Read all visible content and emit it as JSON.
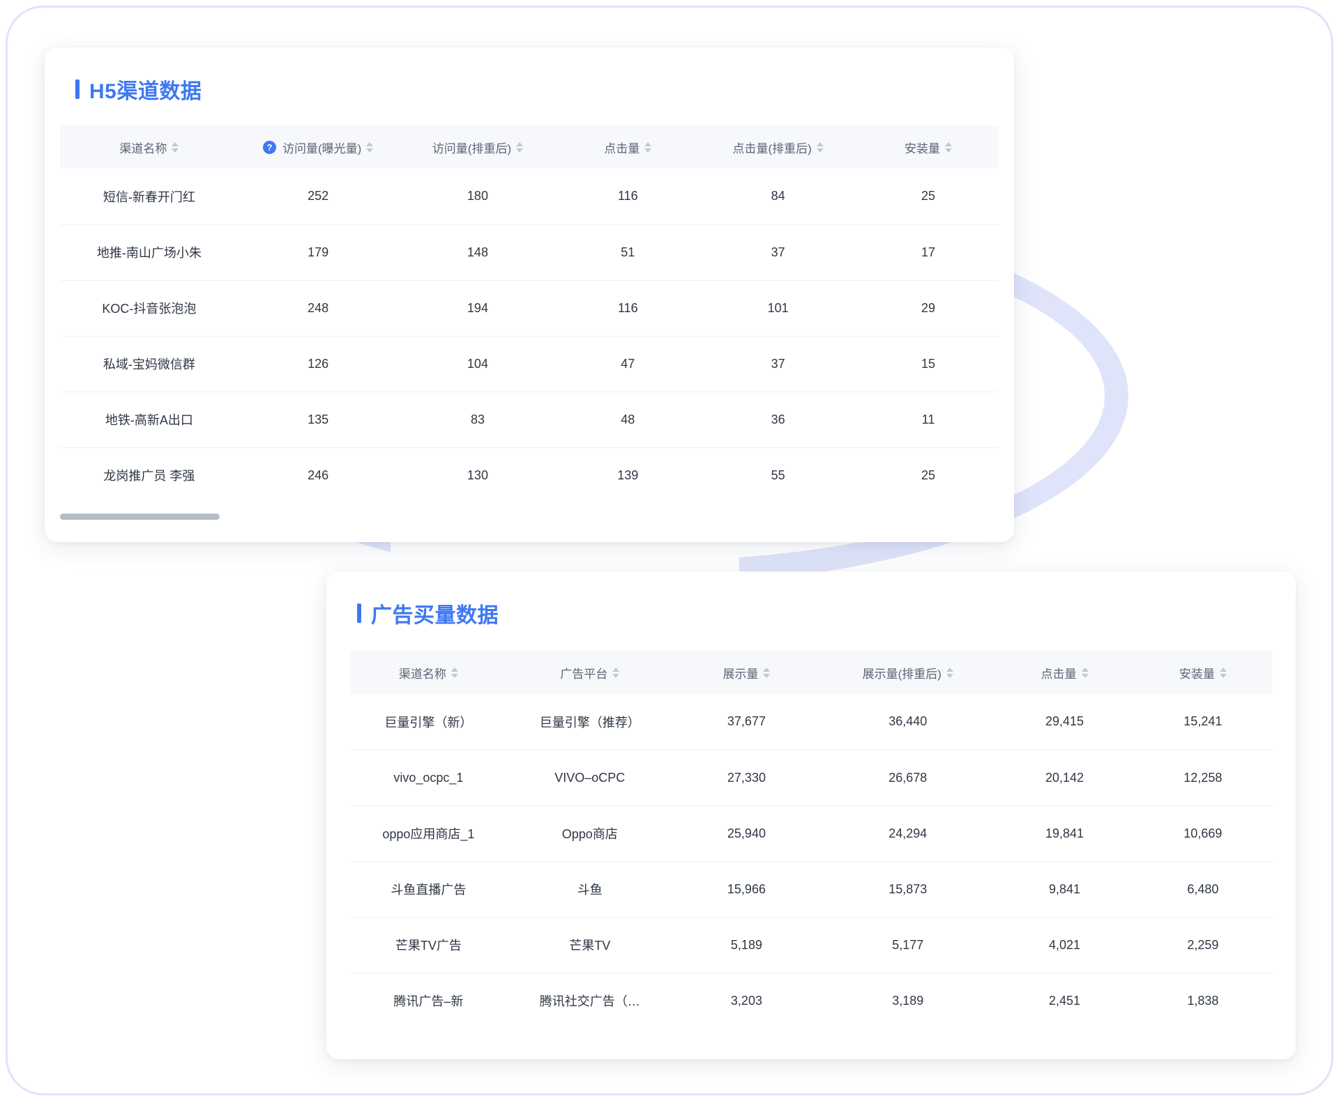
{
  "h5_card": {
    "title": "H5渠道数据",
    "columns": [
      {
        "label": "渠道名称",
        "has_help": false,
        "sortable": true
      },
      {
        "label": "访问量(曝光量)",
        "has_help": true,
        "sortable": true
      },
      {
        "label": "访问量(排重后)",
        "has_help": false,
        "sortable": true
      },
      {
        "label": "点击量",
        "has_help": false,
        "sortable": true
      },
      {
        "label": "点击量(排重后)",
        "has_help": false,
        "sortable": true
      },
      {
        "label": "安装量",
        "has_help": false,
        "sortable": true
      }
    ],
    "rows": [
      {
        "channel": "短信-新春开门红",
        "visits": "252",
        "visits_dedup": "180",
        "clicks": "116",
        "clicks_dedup": "84",
        "installs": "25"
      },
      {
        "channel": "地推-南山广场小朱",
        "visits": "179",
        "visits_dedup": "148",
        "clicks": "51",
        "clicks_dedup": "37",
        "installs": "17"
      },
      {
        "channel": "KOC-抖音张泡泡",
        "visits": "248",
        "visits_dedup": "194",
        "clicks": "116",
        "clicks_dedup": "101",
        "installs": "29"
      },
      {
        "channel": "私域-宝妈微信群",
        "visits": "126",
        "visits_dedup": "104",
        "clicks": "47",
        "clicks_dedup": "37",
        "installs": "15"
      },
      {
        "channel": "地铁-高新A出口",
        "visits": "135",
        "visits_dedup": "83",
        "clicks": "48",
        "clicks_dedup": "36",
        "installs": "11"
      },
      {
        "channel": "龙岗推广员 李强",
        "visits": "246",
        "visits_dedup": "130",
        "clicks": "139",
        "clicks_dedup": "55",
        "installs": "25"
      }
    ],
    "help_icon": "?",
    "scrollbar": {
      "name": "horizontal-scrollbar"
    }
  },
  "ads_card": {
    "title": "广告买量数据",
    "columns": [
      {
        "label": "渠道名称",
        "sortable": true
      },
      {
        "label": "广告平台",
        "sortable": true
      },
      {
        "label": "展示量",
        "sortable": true
      },
      {
        "label": "展示量(排重后)",
        "sortable": true
      },
      {
        "label": "点击量",
        "sortable": true
      },
      {
        "label": "安装量",
        "sortable": true
      }
    ],
    "rows": [
      {
        "channel": "巨量引擎（新）",
        "platform": "巨量引擎（推荐）",
        "impressions": "37,677",
        "impressions_dedup": "36,440",
        "clicks": "29,415",
        "installs": "15,241"
      },
      {
        "channel": "vivo_ocpc_1",
        "platform": "VIVO–oCPC",
        "impressions": "27,330",
        "impressions_dedup": "26,678",
        "clicks": "20,142",
        "installs": "12,258"
      },
      {
        "channel": "oppo应用商店_1",
        "platform": "Oppo商店",
        "impressions": "25,940",
        "impressions_dedup": "24,294",
        "clicks": "19,841",
        "installs": "10,669"
      },
      {
        "channel": "斗鱼直播广告",
        "platform": "斗鱼",
        "impressions": "15,966",
        "impressions_dedup": "15,873",
        "clicks": "9,841",
        "installs": "6,480"
      },
      {
        "channel": "芒果TV广告",
        "platform": "芒果TV",
        "impressions": "5,189",
        "impressions_dedup": "5,177",
        "clicks": "4,021",
        "installs": "2,259"
      },
      {
        "channel": "腾讯广告–新",
        "platform": "腾讯社交广告（…",
        "impressions": "3,203",
        "impressions_dedup": "3,189",
        "clicks": "2,451",
        "installs": "1,838"
      }
    ]
  },
  "colors": {
    "accent": "#3d78f2",
    "header_bg": "#f6f8fb",
    "text": "#2f3744",
    "muted": "#5b6474",
    "deco_ring": "#ccd4f7",
    "frame_border": "#dfe3fb"
  }
}
